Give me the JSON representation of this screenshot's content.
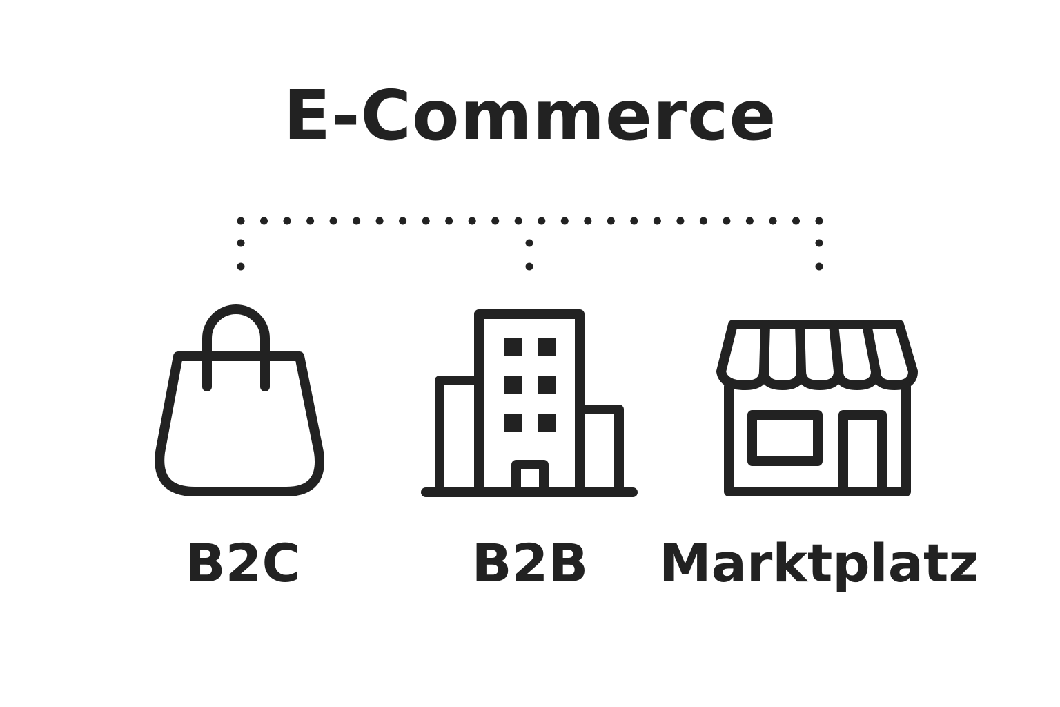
{
  "diagram": {
    "title": "E-Commerce",
    "nodes": [
      {
        "label": "B2C",
        "icon": "shopping-bag-icon"
      },
      {
        "label": "B2B",
        "icon": "office-building-icon"
      },
      {
        "label": "Marktplatz",
        "icon": "storefront-icon"
      }
    ]
  },
  "colors": {
    "ink": "#222222",
    "background": "#ffffff"
  }
}
